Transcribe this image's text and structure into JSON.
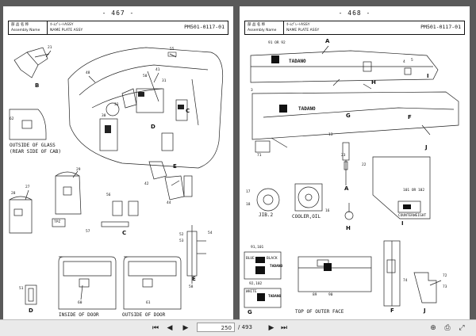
{
  "left_page": {
    "page_number": "- 467 -",
    "header": {
      "col1_line1": "部 品 名 称",
      "col1_line2": "Assembly Name",
      "col2_line1": "ﾈｰﾑﾌﾟﾚｰﾄASSY",
      "col2_line2": "NAME PLATE ASSY",
      "part_no": "PM501-0117-01"
    },
    "captions": {
      "outside_glass_1": "OUTSIDE OF GLASS",
      "outside_glass_2": "(REAR SIDE OF CAB)",
      "inside_door": "INSIDE OF DOOR",
      "outside_door": "OUTSIDE OF DOOR",
      "tpz": "TPZ"
    },
    "view_letters": {
      "b": "B",
      "c": "C",
      "d": "D",
      "e": "E"
    },
    "numbers": {
      "n21": "21",
      "n55": "55",
      "n48": "48",
      "n62": "62",
      "n50": "50",
      "n41": "41",
      "n31": "31",
      "n33": "33",
      "n30": "30",
      "n29": "29",
      "n27": "27",
      "n28": "28",
      "n56": "56",
      "n57": "57",
      "n42": "42",
      "n44": "44",
      "n52": "52",
      "n53": "53",
      "n54": "54",
      "n60": "60",
      "n61": "61",
      "n51": "51",
      "n58": "58"
    }
  },
  "right_page": {
    "page_number": "- 468 -",
    "header": {
      "col1_line1": "部 品 名 称",
      "col1_line2": "Assembly Name",
      "col2_line1": "ﾈｰﾑﾌﾟﾚｰﾄASSY",
      "col2_line2": "NAME PLATE ASSY",
      "part_no": "PM501-0117-01"
    },
    "brand": "TADANO",
    "captions": {
      "jib": "JIB.2",
      "cooler": "COOLER,OIL",
      "top_outer": "TOP OF OUTER FACE",
      "counterweight": "COUNTERWEIGHT",
      "blue": "BLUE",
      "black": "BLACK",
      "white": "WHITE"
    },
    "view_letters": {
      "a": "A",
      "f": "F",
      "g": "G",
      "h": "H",
      "i": "I",
      "j": "J"
    },
    "numbers": {
      "n91_92": "91 OR 92",
      "n101_102": "101 OR 102",
      "n91_101": "91,101",
      "n92_102": "92,102",
      "n5": "5",
      "n4": "4",
      "n3": "3",
      "n13": "13",
      "n71": "71",
      "n22": "22",
      "n23": "23",
      "n17": "17",
      "n18": "18",
      "n16": "16",
      "n74": "74",
      "n72": "72",
      "n73": "73",
      "n89": "89",
      "n90": "90"
    }
  },
  "viewer": {
    "current_page": "250",
    "total_pages": "/ 493",
    "icons": [
      "first-page-icon",
      "previous-page-icon",
      "next-page-icon",
      "last-page-icon",
      "zoom-icon",
      "print-icon",
      "fullscreen-icon"
    ]
  }
}
